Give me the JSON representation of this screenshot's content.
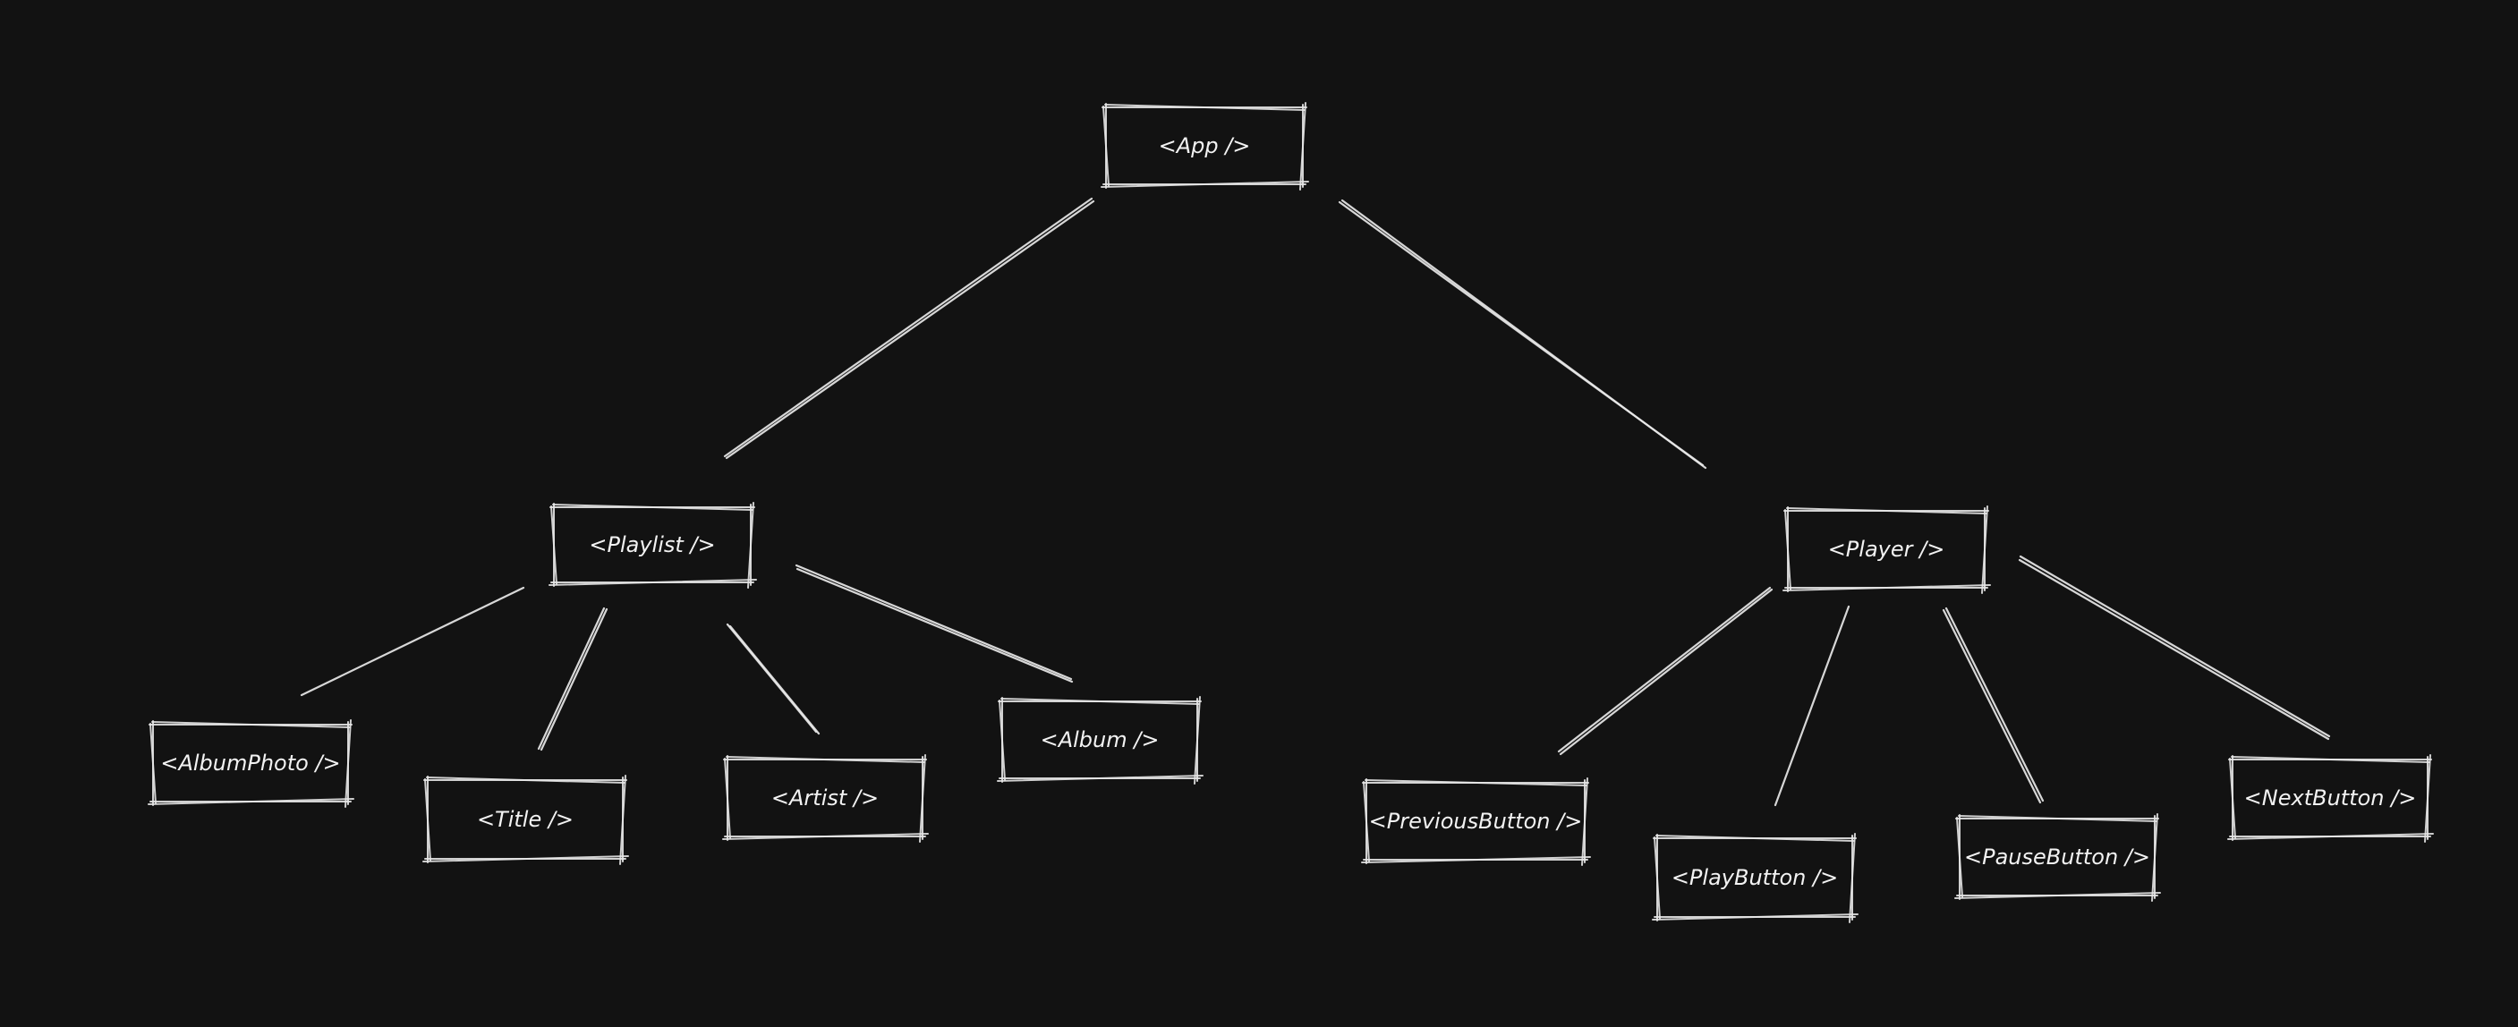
{
  "diagram": {
    "nodes": {
      "app": "<App />",
      "playlist": "<Playlist />",
      "player": "<Player />",
      "album_photo": "<AlbumPhoto />",
      "title": "<Title />",
      "artist": "<Artist />",
      "album": "<Album />",
      "previous_button": "<PreviousButton />",
      "play_button": "<PlayButton />",
      "pause_button": "<PauseButton />",
      "next_button": "<NextButton />"
    }
  }
}
